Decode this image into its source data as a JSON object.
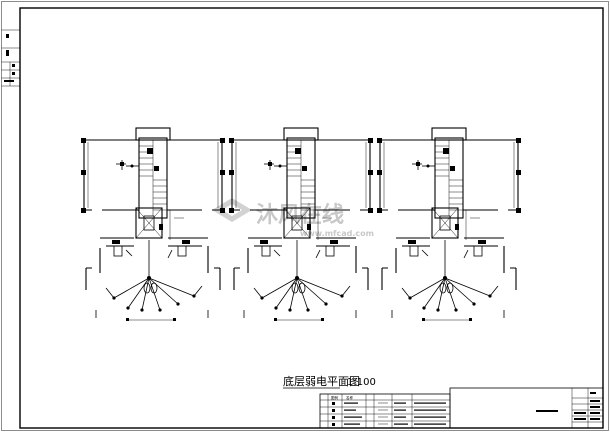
{
  "drawing": {
    "title": "底层弱电平面图",
    "scale": "1:100",
    "watermark_main": "沐风在线",
    "watermark_sub": "www.mfcad.com"
  },
  "legend": {
    "headers": [
      "图例",
      "名称",
      "",
      "",
      "",
      ""
    ],
    "rows": [
      [
        "",
        "",
        "",
        "",
        "",
        ""
      ],
      [
        "",
        "",
        "",
        "",
        "",
        ""
      ],
      [
        "",
        "",
        "",
        "",
        "",
        ""
      ],
      [
        "",
        "",
        "",
        "",
        "",
        ""
      ]
    ]
  },
  "title_block": {
    "sheet_label": "",
    "project_name": ""
  }
}
